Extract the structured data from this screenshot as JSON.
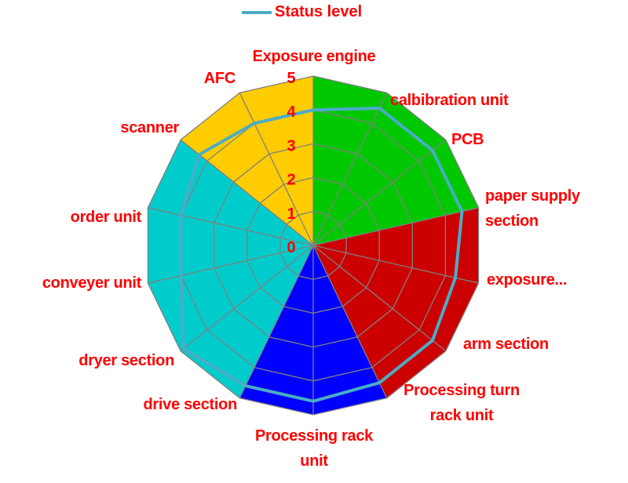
{
  "chart_data": {
    "type": "radar",
    "title": "",
    "legend": {
      "position": "top",
      "entries": [
        "Status level"
      ]
    },
    "categories": [
      "Exposure engine",
      "calbibration unit",
      "PCB",
      "paper supply section",
      "exposure...",
      "arm section",
      "Processing turn rack unit",
      "Processing rack unit",
      "drive section",
      "dryer section",
      "conveyer unit",
      "order unit",
      "scanner",
      "AFC"
    ],
    "category_lines": [
      [
        "Exposure engine"
      ],
      [
        "calbibration unit"
      ],
      [
        "PCB"
      ],
      [
        "paper supply",
        "section"
      ],
      [
        "exposure..."
      ],
      [
        "arm section"
      ],
      [
        "Processing turn",
        "rack unit"
      ],
      [
        "Processing rack",
        "unit"
      ],
      [
        "drive section"
      ],
      [
        "dryer section"
      ],
      [
        "conveyer unit"
      ],
      [
        "order unit"
      ],
      [
        "scanner"
      ],
      [
        "AFC"
      ]
    ],
    "axis": {
      "min": 0,
      "max": 5,
      "ticks": [
        "0",
        "1",
        "2",
        "3",
        "4",
        "5"
      ],
      "grid": true
    },
    "series": [
      {
        "name": "Status level",
        "color": "#4bacc6",
        "values": [
          4.0,
          4.5,
          4.5,
          4.5,
          4.3,
          4.5,
          4.5,
          4.6,
          4.6,
          4.9,
          4.0,
          4.0,
          4.3,
          4.0
        ]
      }
    ],
    "background_sections": [
      {
        "from": 0,
        "to": 3,
        "value": 5,
        "color": "#00c800"
      },
      {
        "from": 3,
        "to": 6,
        "value": 5,
        "color": "#cc0000"
      },
      {
        "from": 6,
        "to": 8,
        "value": 5,
        "color": "#0000ff"
      },
      {
        "from": 8,
        "to": 12,
        "value": 5,
        "color": "#00cccc"
      },
      {
        "from": 12,
        "to": 14,
        "value": 5,
        "color": "#ffcc00"
      }
    ],
    "grid_color": "#808080",
    "label_color": "#ff0000"
  }
}
